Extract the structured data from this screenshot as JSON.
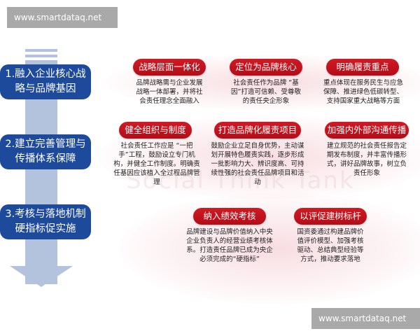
{
  "watermark": {
    "text": "www.smartdataq.net"
  },
  "colors": {
    "step_box": "#1e4a9c",
    "arrow": "#b3c3de",
    "pill": "#c0111c",
    "watermark_bg": "#a9a9a9"
  },
  "rows": [
    {
      "step": "1.融入企业核心战略与品牌基因",
      "items": [
        {
          "title": "战略层面一体化",
          "desc": "品牌战略需与企业发展战略一体部署，并将社会责任理念全面融入"
        },
        {
          "title": "定位为品牌核心",
          "desc": "社会责任作为品牌 “基因”打造可信赖、受尊敬的责任央企形象"
        },
        {
          "title": "明确履责重点",
          "desc": "重点体现在服务民生与应急保障、推进绿色低碳转型、支持国家重大战略等方面"
        }
      ]
    },
    {
      "step": "2.建立完善管理与传播体系保障",
      "items": [
        {
          "title": "健全组织与制度",
          "desc": "社会责任工作应是 “一把手”工程，鼓励设立专门机构，并健全工作制度。明确责任基因应该植入全过程品牌管理"
        },
        {
          "title": "打造品牌化履责项目",
          "desc": "鼓励企业立足自身优势，主动谋划开展特色履责实践，逐步形成一批影响力大、辨识度高、可持续性强的社会责任品牌项目和活动"
        },
        {
          "title": "加强内外部沟通传播",
          "desc": "建立规范的社会责任报告定期发布制度，并丰富传播形式，讲好品牌故事，树立负责任形象"
        }
      ]
    },
    {
      "step": "3.考核与落地机制硬指标促实施",
      "items": [
        {
          "title": "纳入绩效考核",
          "desc": "品牌建设与品牌价值纳入中央企业负责人的经营业绩考核体系。打造责任品牌已成为央企必须完成的“硬指标”"
        },
        {
          "title": "以评促建树标杆",
          "desc": "国资委通过构建品牌价值评价模型、加强考核驱动、总结典型经验等方式，推动要求落地"
        }
      ]
    }
  ],
  "background_text": "Social Think Tank"
}
